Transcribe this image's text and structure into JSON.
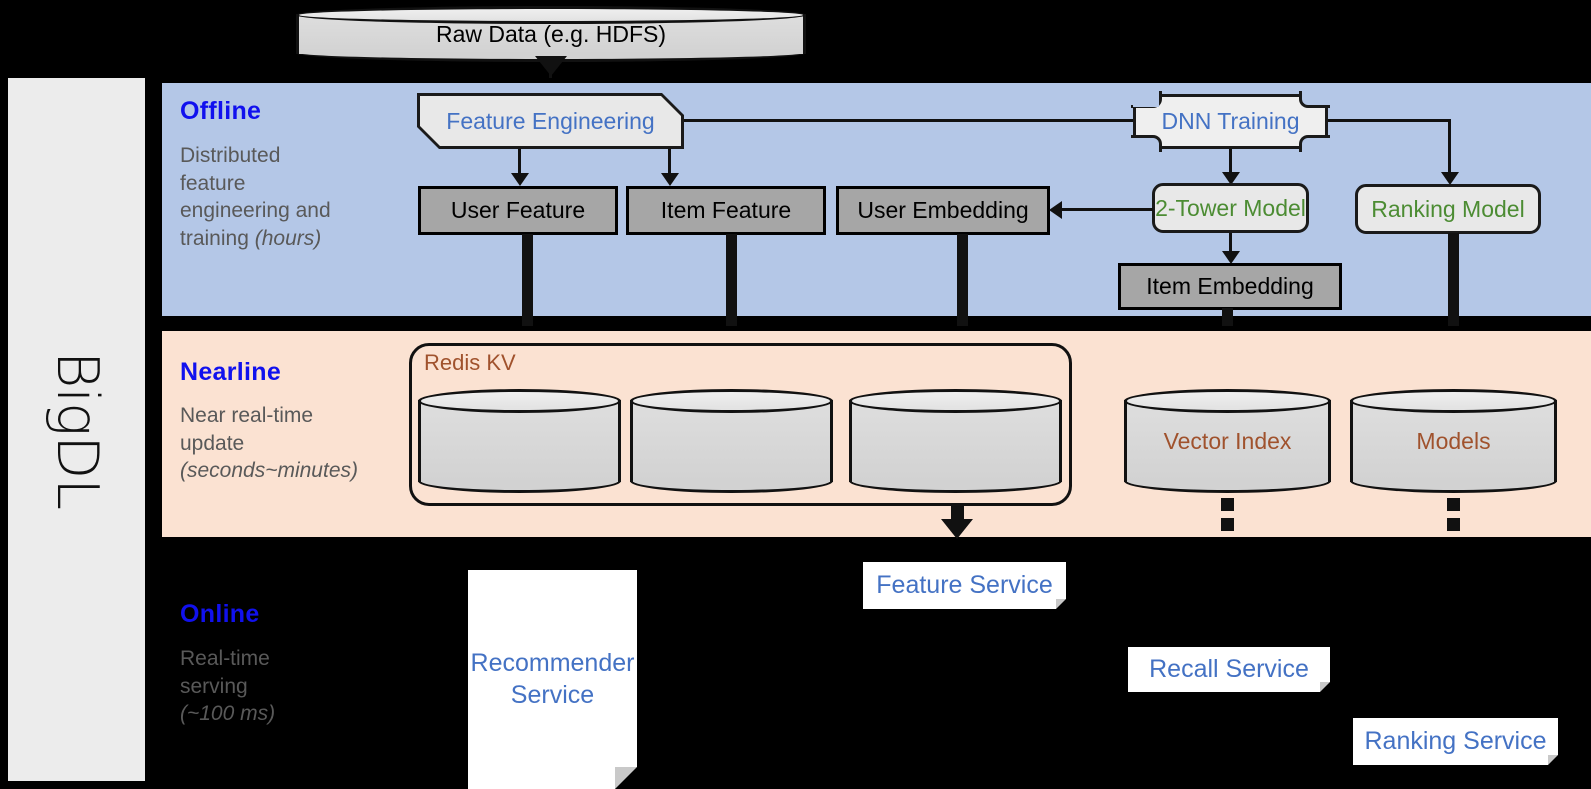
{
  "rail": {
    "label": "BigDL"
  },
  "source": {
    "label": "Raw Data (e.g. HDFS)"
  },
  "bands": {
    "offline": {
      "title": "Offline",
      "subtitle_line1": "Distributed",
      "subtitle_line2": "feature",
      "subtitle_line3": "engineering and",
      "subtitle_line4": "training ",
      "subtitle_italic": "(hours)"
    },
    "nearline": {
      "title": "Nearline",
      "subtitle_line1": "Near real-time",
      "subtitle_line2": "update",
      "subtitle_italic": "(seconds~minutes)"
    },
    "online": {
      "title": "Online",
      "subtitle_line1": "Real-time",
      "subtitle_line2": "serving",
      "subtitle_italic": "(~100 ms)"
    }
  },
  "offline": {
    "feature_engineering": "Feature Engineering",
    "dnn_training": "DNN Training",
    "user_feature": "User Feature",
    "item_feature": "Item Feature",
    "user_embedding": "User Embedding",
    "two_tower_model": "2-Tower Model",
    "ranking_model": "Ranking Model",
    "item_embedding": "Item Embedding"
  },
  "nearline": {
    "redis_group": "Redis KV",
    "store_user_feature": "",
    "store_item_feature": "",
    "store_user_embedding": "",
    "vector_index": "Vector Index",
    "models": "Models"
  },
  "online": {
    "recommender_service": "Recommender\nService",
    "recommender_service_l1": "Recommender",
    "recommender_service_l2": "Service",
    "feature_service": "Feature Service",
    "recall_service": "Recall Service",
    "ranking_service": "Ranking Service"
  },
  "colors": {
    "offline_band": "#b4c7e7",
    "nearline_band": "#fbe2d2",
    "online_band": "#000000",
    "band_title": "#1111ee",
    "band_subtitle": "#595959",
    "process_text": "#4472c4",
    "model_text": "#4c8c33",
    "store_text": "#a0522d",
    "data_box": "#a6a6a6",
    "rail": "#ececec"
  }
}
